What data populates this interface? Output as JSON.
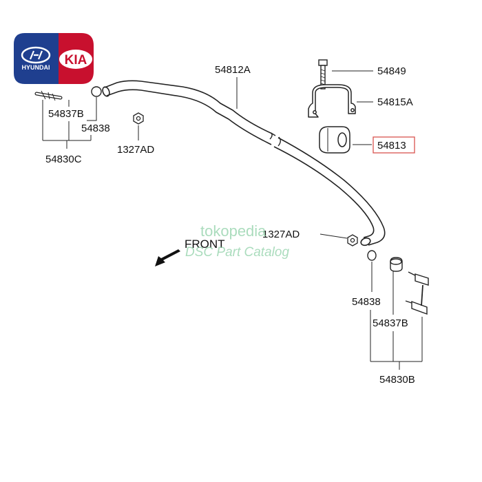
{
  "logo": {
    "left_brand": "HYUNDAI",
    "right_brand": "KIA",
    "colors": {
      "hyundai_blue": "#1f3f8f",
      "kia_red": "#c8102e"
    }
  },
  "labels": {
    "stabilizer_bar": "54812A",
    "bolt": "54849",
    "bracket": "54815A",
    "bushing": "54813",
    "link_left": "54837B",
    "ring_left": "54838",
    "nut_left": "1327AD",
    "link_assy_left": "54830C",
    "nut_right": "1327AD",
    "ring_right": "54838",
    "link_right": "54837B",
    "link_assy_right": "54830B"
  },
  "front": {
    "label": "FRONT"
  },
  "watermark": {
    "line1": "tokopedia",
    "line2": "DSC Part Catalog",
    "color": "#8fd1a8"
  },
  "highlight_color": "#d9534f"
}
